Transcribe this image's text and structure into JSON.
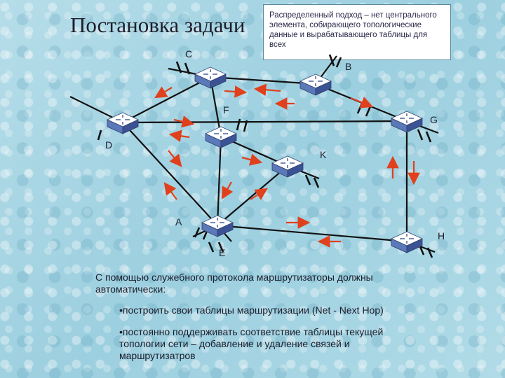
{
  "title": "Постановка задачи",
  "note": "Распределенный подход – нет центрального элемента, собирающего топологические данные и вырабатывающего таблицы для всех",
  "routers": [
    "A",
    "B",
    "C",
    "D",
    "E",
    "F",
    "G",
    "H",
    "K"
  ],
  "intro": "С помощью служебного протокола маршрутизаторы должны автоматически:",
  "bullets": [
    "построить свои таблицы маршрутизации (Net - Next Hop)",
    "постоянно поддерживать соответствие таблицы текущей топологии сети – добавление и удаление связей и маршрутизатров"
  ],
  "colors": {
    "link": "#111111",
    "arrow": "#e0401c",
    "router_top": "#ffffff",
    "router_side": "#3f5fa8"
  },
  "icons": {
    "router": "router-icon",
    "arrow": "arrow-icon",
    "bullet": "bullet-dot"
  }
}
